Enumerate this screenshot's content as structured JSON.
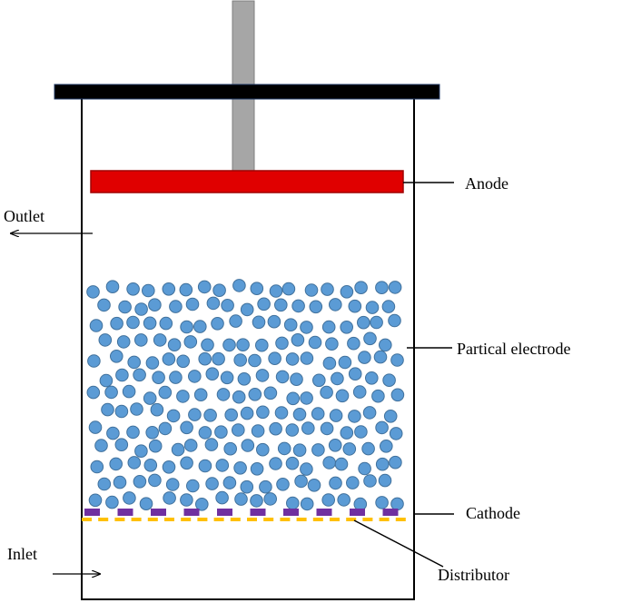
{
  "labels": {
    "anode": "Anode",
    "outlet": "Outlet",
    "particle_electrode": "Partical electrode",
    "cathode": "Cathode",
    "inlet": "Inlet",
    "distributor": "Distributor"
  },
  "colors": {
    "anode": "#e00000",
    "lid": "#000000",
    "rod": "#a6a6a6",
    "particle_fill": "#5b9bd5",
    "particle_stroke": "#41719c",
    "cathode": "#7030a0",
    "distributor": "#ffc000",
    "vessel": "#000000"
  }
}
